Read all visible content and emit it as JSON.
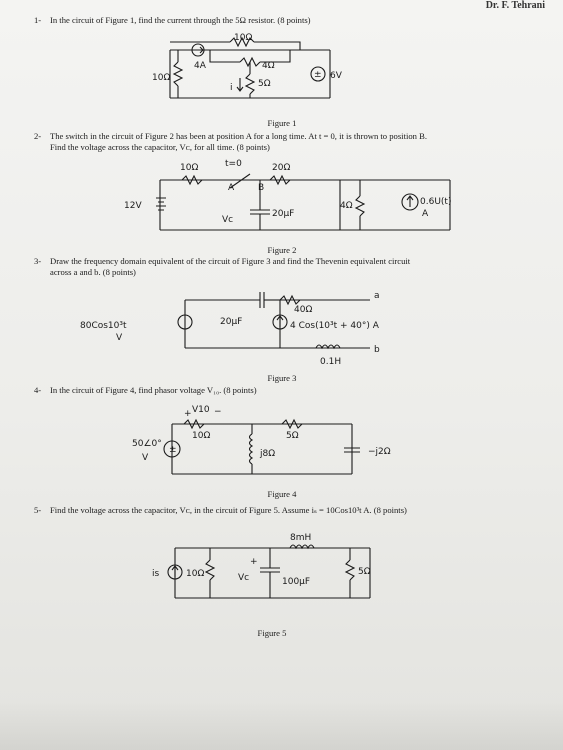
{
  "header": {
    "text": "Dr. F. Tehrani"
  },
  "questions": [
    {
      "number": "1-",
      "line1": "In the circuit of Figure 1, find the current through the 5Ω resistor. (8 points)",
      "line2": ""
    },
    {
      "number": "2-",
      "line1": "The switch in the circuit of Figure 2 has been at position A for a long time. At t = 0, it is thrown to position B.",
      "line2": "Find the voltage across the capacitor, Vᴄ, for all time. (8 points)"
    },
    {
      "number": "3-",
      "line1": "Draw the frequency domain equivalent of the circuit of Figure 3 and find the Thevenin equivalent circuit",
      "line2": "across a and b. (8 points)"
    },
    {
      "number": "4-",
      "line1": "In the circuit of Figure 4, find phasor voltage V₁₀. (8 points)",
      "line2": ""
    },
    {
      "number": "5-",
      "line1": "Find the voltage across the capacitor, Vᴄ, in the circuit of Figure 5. Assume iₛ = 10Cos10³t A. (8 points)",
      "line2": ""
    }
  ],
  "figures": {
    "f1": {
      "caption": "Figure 1",
      "labels": {
        "r_top": "10Ω",
        "r_mid": "4Ω",
        "src_i": "4A",
        "r_left": "10Ω",
        "cur": "i",
        "r_5": "5Ω",
        "src_v": "6V"
      }
    },
    "f2": {
      "caption": "Figure 2",
      "labels": {
        "r1": "10Ω",
        "t0": "t=0",
        "r2": "20Ω",
        "pos_a": "A",
        "pos_b": "B",
        "vs": "12V",
        "vc": "Vc",
        "cap": "20μF",
        "r3": "4Ω",
        "dep": "0.6U(t)",
        "dep_unit": "A"
      }
    },
    "f3": {
      "caption": "Figure 3",
      "labels": {
        "vs": "80Cos10³t",
        "vs_unit": "V",
        "cap": "20μF",
        "r": "40Ω",
        "a": "a",
        "is": "4 Cos(10³t + 40°) A",
        "b": "b",
        "ind": "0.1H"
      }
    },
    "f4": {
      "caption": "Figure 4",
      "labels": {
        "v10": "V10",
        "plus": "+",
        "minus": "−",
        "r10": "10Ω",
        "r5": "5Ω",
        "vs": "50∠0°",
        "vs_unit": "V",
        "ind": "j8Ω",
        "cap": "−j2Ω"
      }
    },
    "f5": {
      "caption": "Figure 5",
      "labels": {
        "is": "is",
        "r10": "10Ω",
        "vc": "Vc",
        "cap": "100μF",
        "ind": "8mH",
        "r5": "5Ω"
      }
    }
  }
}
